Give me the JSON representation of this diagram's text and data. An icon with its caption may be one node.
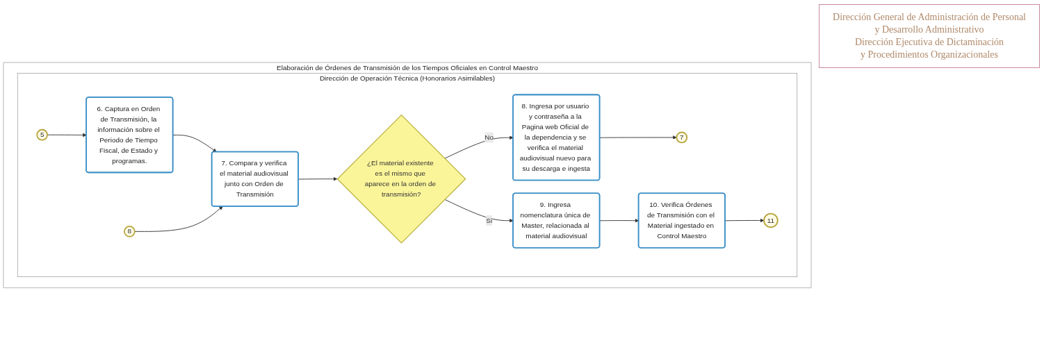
{
  "diagram": {
    "nodes": [
      {
        "text": [
          "Elaboración de Órdenes de Transmisión de los Tiempos Oficiales en Control Maestro"
        ]
      },
      {
        "text": [
          "Dirección de Operación Técnica (Honorarios Asimilables)"
        ],
        "in": 0
      },
      {
        "text": [
          "5"
        ],
        "in": 1
      },
      {
        "text": [
          "6. Captura en Orden de Transmisión, la información sobre el Periodo de Tiempo Fiscal, de Estado y programas."
        ],
        "in": 1
      },
      {
        "text": [
          "7. Compara y verifica el material audiovisual junto con Orden de Transmisión"
        ],
        "in": 1
      },
      {
        "text": [
          "8"
        ],
        "in": 1
      },
      {
        "text": [
          "¿El material existente es el mismo que aparece en la orden de transmisión?"
        ],
        "in": 1
      },
      {
        "text": [
          "9. Ingresa nomenclatura única de Master, relacionada al material audiovisual"
        ],
        "in": 1
      },
      {
        "text": [
          "10. Verifica Órdenes de Transmisión con el Material ingestado en Control Maestro"
        ],
        "in": 1
      },
      {
        "text": [
          "8. Ingresa por usuario y contraseña a la Pagina web Oficial de la dependencia y se verifica el material audiovisual nuevo para su descarga e ingesta"
        ],
        "in": 1
      },
      {
        "text": [
          "7"
        ],
        "in": 1
      },
      {
        "text": [
          "11"
        ],
        "in": 1
      }
    ],
    "edges": [
      {
        "from": 2,
        "to": 3,
        "arrow": "to"
      },
      {
        "from": 3,
        "to": 4,
        "arrow": "to"
      },
      {
        "from": 5,
        "to": 4,
        "arrow": "to"
      },
      {
        "from": 4,
        "to": 6,
        "arrow": "to"
      },
      {
        "from": 6,
        "to": 7,
        "label": "Si",
        "arrow": "to"
      },
      {
        "from": 6,
        "to": 9,
        "label": "No",
        "arrow": "to"
      },
      {
        "from": 9,
        "to": 10,
        "arrow": "to"
      },
      {
        "from": 7,
        "to": 8,
        "arrow": "to"
      },
      {
        "from": 8,
        "to": 11,
        "arrow": "to"
      }
    ],
    "labels": [
      "Dirección General de Administración de Personal",
      "y Desarrollo Administrativo",
      "Dirección Ejecutiva de Dictaminación",
      "y Procedimientos Organizacionales"
    ]
  }
}
